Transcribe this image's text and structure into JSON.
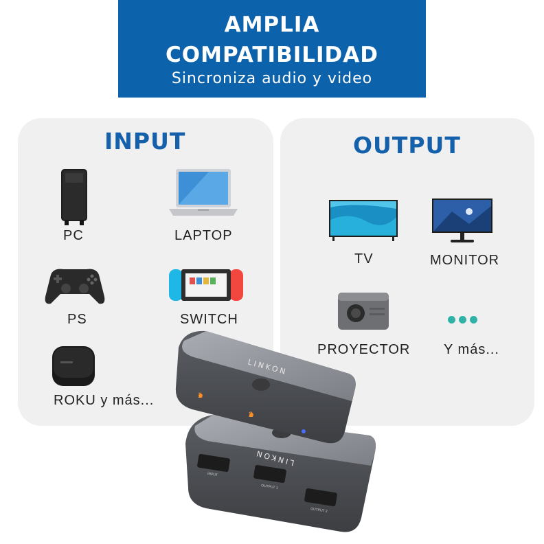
{
  "banner": {
    "title_line1": "AMPLIA",
    "title_line2": "COMPATIBILIDAD",
    "subtitle": "Sincroniza audio y video",
    "bg_color": "#0d62ac"
  },
  "input_panel": {
    "heading": "INPUT",
    "items": [
      {
        "label": "PC",
        "icon": "pc-tower-icon"
      },
      {
        "label": "LAPTOP",
        "icon": "laptop-icon"
      },
      {
        "label": "PS",
        "icon": "gamepad-icon"
      },
      {
        "label": "SWITCH",
        "icon": "game-console-icon"
      },
      {
        "label": "ROKU y más...",
        "icon": "streaming-box-icon"
      }
    ]
  },
  "output_panel": {
    "heading": "OUTPUT",
    "items": [
      {
        "label": "TV",
        "icon": "tv-icon"
      },
      {
        "label": "MONITOR",
        "icon": "monitor-icon"
      },
      {
        "label": "PROYECTOR",
        "icon": "projector-icon"
      },
      {
        "label": "Y más...",
        "icon": "more-dots-icon"
      }
    ]
  },
  "product": {
    "brand_top": "LINKON",
    "brand_bottom": "LINKON",
    "led_1": "1",
    "led_2": "2",
    "port_input": "INPUT",
    "port_output1": "OUTPUT 1",
    "port_output2": "OUTPUT 2"
  },
  "colors": {
    "accent": "#1560aa",
    "dots": "#2fb3a8",
    "panel": "#f0f0f0"
  }
}
